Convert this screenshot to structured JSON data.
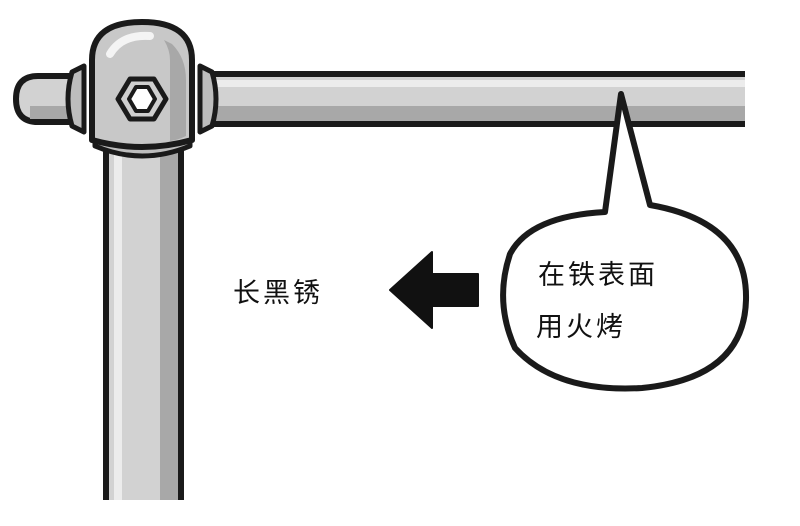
{
  "labels": {
    "result": "长黑锈",
    "bubble_line1": "在铁表面",
    "bubble_line2": "用火烤"
  },
  "colors": {
    "pipe": "#d2d2d2",
    "pipe_shadow": "#a8a8a8",
    "pipe_highlight": "#ececec",
    "fitting": "#c8c8c8",
    "outline": "#1a1a1a",
    "arrow": "#111111"
  },
  "icons": {
    "fitting_bolt": "hex-bolt-icon",
    "arrow": "arrow-left-icon"
  }
}
